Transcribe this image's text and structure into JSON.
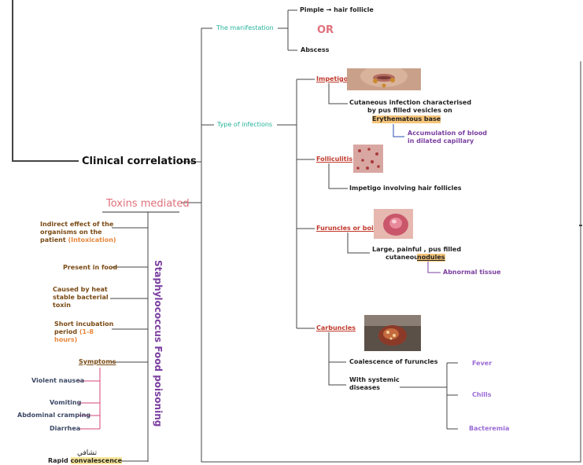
{
  "manifestation": {
    "label": "The manifestation",
    "pimple": "Pimple → hair follicle",
    "or": "OR",
    "abscess": "Abscess"
  },
  "type_of_infections": "Type of infections",
  "clinical_correlations": "Clinical correlations",
  "impetigo": {
    "label": "Impetigo",
    "desc_1": "Cutaneous infection characterised",
    "desc_2": "by pus filled vesicles on",
    "erythematous": "Erythematous base",
    "blood": "Accumulation of blood in dilated capillary"
  },
  "folliculitis": {
    "label": "Folliculitis",
    "desc": "Impetigo involving hair follicles"
  },
  "furuncles": {
    "label": "Furuncles or boils",
    "desc_1": "Large, painful , pus filled",
    "desc_2": "cutaneous",
    "nodules": "nodules",
    "abnormal": "Abnormal tissue"
  },
  "carbuncles": {
    "label": "Carbuncles",
    "coalescence": "Coalescence of furuncles",
    "systemic": "With systemic diseases",
    "fever": "Fever",
    "chills": "Chills",
    "bacteremia": "Bacteremia"
  },
  "toxins": {
    "label": "Toxins mediated",
    "vertical": "Staphylococcus Food poisoning",
    "indirect": "Indirect effect of the organisms on the patient",
    "intoxication": "(Intoxication)",
    "present": "Present in food",
    "caused": "Caused by heat stable bacterial toxin",
    "short": "Short incubation period",
    "hours": "(1-8 hours)",
    "symptoms": "Symptoms",
    "violent": "Violent nausea",
    "vomiting": "Vomiting",
    "abdominal": "Abdominal cramping",
    "diarrhea": "Diarrhea",
    "arabic": "تشافي",
    "rapid": "Rapid",
    "convalescence": "convalescence"
  },
  "colors": {
    "green": "#26b39a",
    "red": "#c0392b",
    "purple": "#7b3fa0",
    "pink": "#d6457a",
    "salmon": "#e0707a"
  }
}
